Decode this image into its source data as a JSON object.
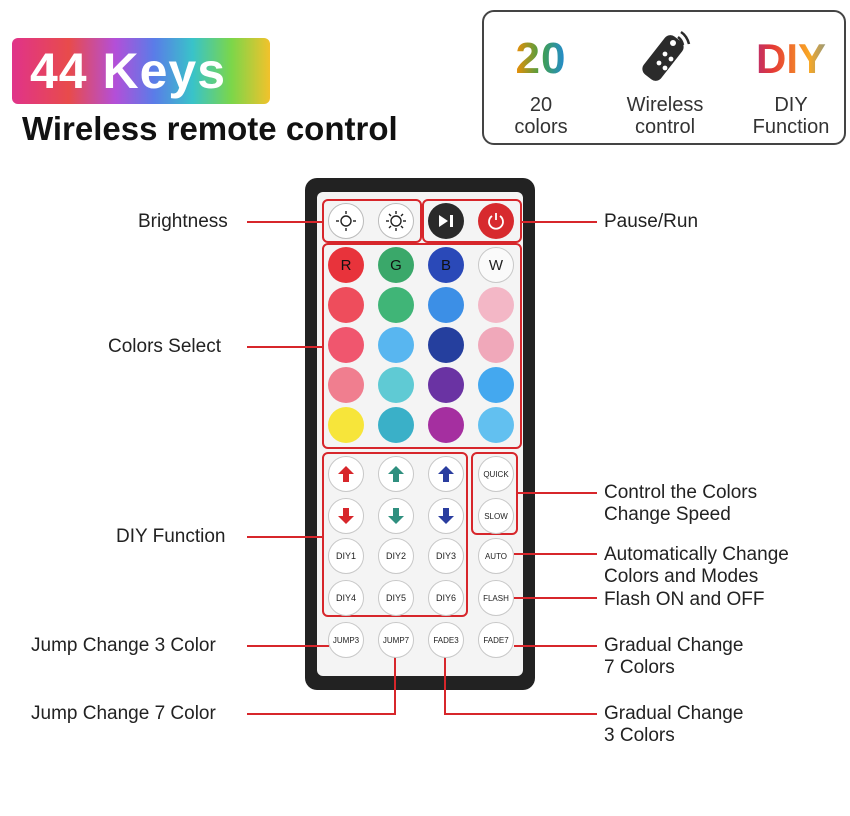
{
  "header": {
    "badge": "44 Keys",
    "subtitle": "Wireless remote control"
  },
  "features": [
    {
      "icon_text": "20",
      "line1": "20",
      "line2": "colors"
    },
    {
      "icon": "remote-control-icon",
      "line1": "Wireless",
      "line2": "control"
    },
    {
      "icon_text": "DIY",
      "line1": "DIY",
      "line2": "Function"
    }
  ],
  "remote": {
    "brightness": [
      "brightness-down-icon",
      "brightness-up-icon"
    ],
    "pause_run": [
      "play-pause-icon",
      "power-icon"
    ],
    "color_rows": [
      {
        "labels": [
          "R",
          "G",
          "B",
          "W"
        ],
        "colors": [
          "#e8333b",
          "#3aa86a",
          "#2a49b8",
          "#fafafa"
        ]
      },
      {
        "labels": [
          "",
          "",
          "",
          ""
        ],
        "colors": [
          "#ee4d5c",
          "#40b577",
          "#3c8fe6",
          "#f3b7c6"
        ]
      },
      {
        "labels": [
          "",
          "",
          "",
          ""
        ],
        "colors": [
          "#f0566e",
          "#58b6f0",
          "#253f9e",
          "#f0a8ba"
        ]
      },
      {
        "labels": [
          "",
          "",
          "",
          ""
        ],
        "colors": [
          "#f07e8f",
          "#5fcad4",
          "#6a33a3",
          "#44a8ef"
        ]
      },
      {
        "labels": [
          "",
          "",
          "",
          ""
        ],
        "colors": [
          "#f7e53a",
          "#3ab0c8",
          "#a52fa0",
          "#62c0f0"
        ]
      }
    ],
    "diy_arrows": [
      {
        "dir": "up",
        "colors": [
          "#d7262b",
          "#2f8f7f",
          "#2a3d9f"
        ]
      },
      {
        "dir": "down",
        "colors": [
          "#d7262b",
          "#2f8f7f",
          "#2a3d9f"
        ]
      }
    ],
    "diy_labels": [
      [
        "DIY1",
        "DIY2",
        "DIY3"
      ],
      [
        "DIY4",
        "DIY5",
        "DIY6"
      ]
    ],
    "speed_labels": [
      "QUICK",
      "SLOW"
    ],
    "mode_labels": [
      "AUTO",
      "FLASH"
    ],
    "bottom_labels": [
      "JUMP3",
      "JUMP7",
      "FADE3",
      "FADE7"
    ]
  },
  "callouts": {
    "brightness": "Brightness",
    "pause_run": "Pause/Run",
    "colors_select": "Colors Select",
    "diy_function": "DIY Function",
    "speed_1": "Control the Colors",
    "speed_2": "Change Speed",
    "auto_1": "Automatically Change",
    "auto_2": "Colors and Modes",
    "flash": "Flash ON and OFF",
    "jump3": "Jump Change 3 Color",
    "jump7": "Jump Change 7 Color",
    "fade7_1": "Gradual Change",
    "fade7_2": "7 Colors",
    "fade3_1": "Gradual Change",
    "fade3_2": "3 Colors"
  }
}
